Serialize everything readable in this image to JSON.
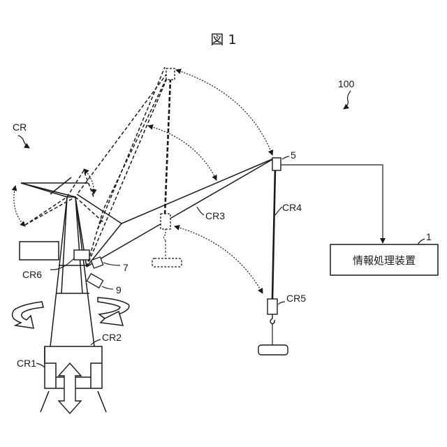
{
  "figure_title": "図 1",
  "labels": {
    "system": "100",
    "crane": "CR",
    "crawler": "CR1",
    "rotating_body": "CR2",
    "boom": "CR3",
    "rope": "CR4",
    "hook": "CR5",
    "cab": "CR6",
    "sensor_5": "5",
    "sensor_7": "7",
    "camera_9": "9",
    "device_1": "1"
  },
  "device": {
    "name": "情報処理装置"
  }
}
